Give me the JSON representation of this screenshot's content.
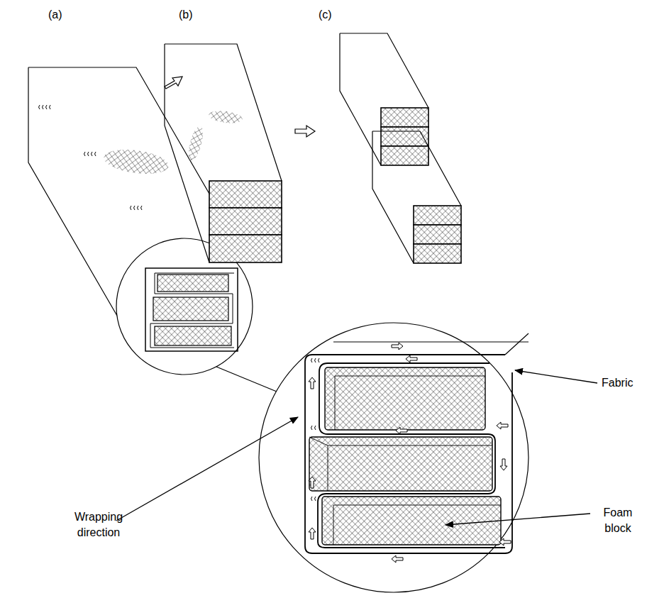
{
  "diagram": {
    "labels": [
      "(a)",
      "(b)",
      "(c)",
      "Fabric",
      "Wrapping direction",
      "Foam block"
    ]
  }
}
